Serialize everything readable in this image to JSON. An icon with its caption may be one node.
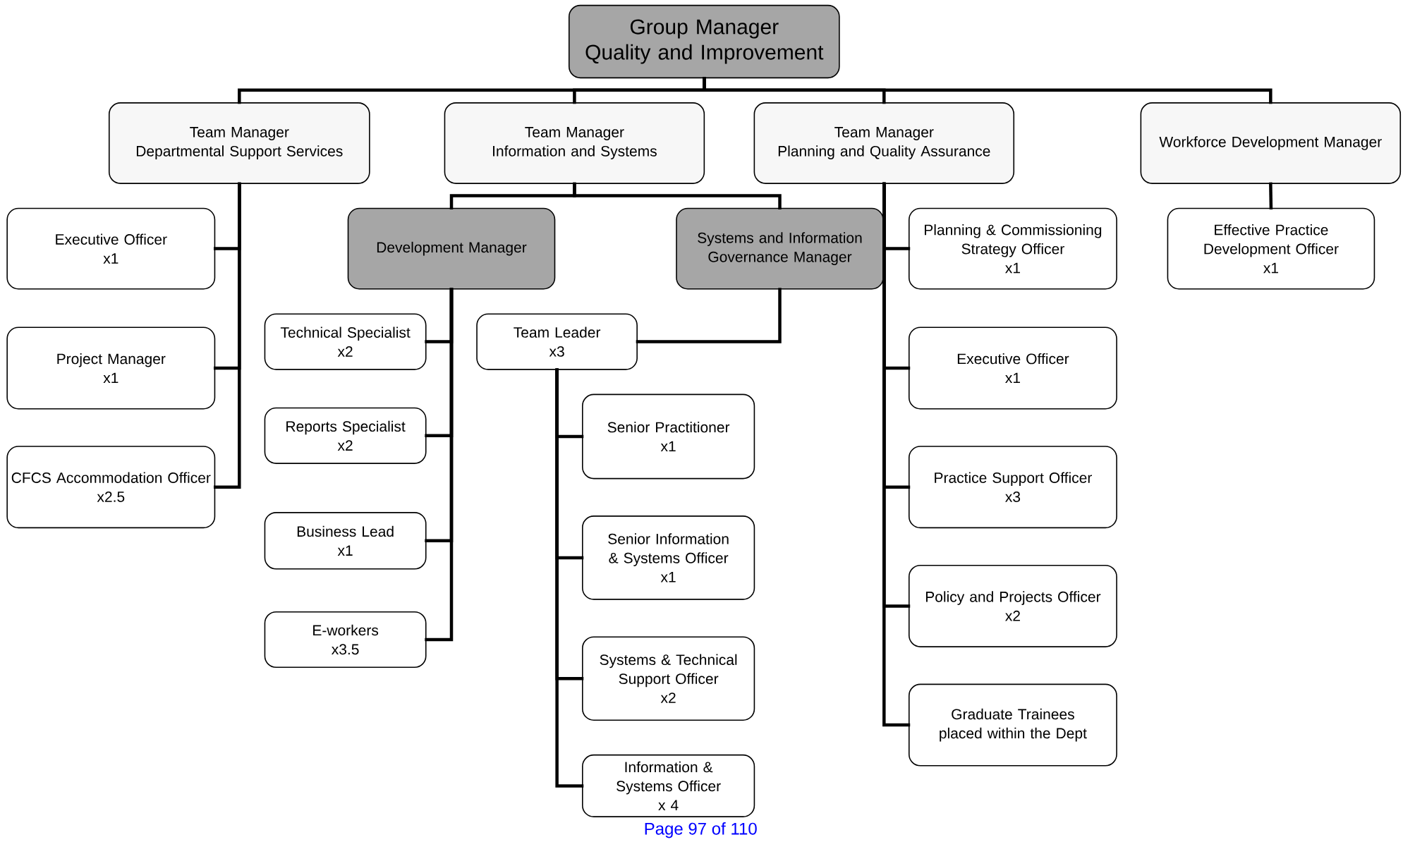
{
  "diagram": {
    "nodes": [
      {
        "text": [
          "Group Manager",
          "Quality and Improvement"
        ]
      },
      {
        "text": [
          "Team Manager",
          "Departmental Support Services"
        ]
      },
      {
        "text": [
          "Team Manager",
          "Information and Systems"
        ]
      },
      {
        "text": [
          "Team Manager",
          "Planning and Quality Assurance"
        ]
      },
      {
        "text": [
          "Workforce Development Manager"
        ]
      },
      {
        "text": [
          "Executive Officer",
          "x1"
        ]
      },
      {
        "text": [
          "Project Manager",
          "x1"
        ]
      },
      {
        "text": [
          "CFCS Accommodation Officer",
          "x2.5"
        ]
      },
      {
        "text": [
          "Development Manager"
        ]
      },
      {
        "text": [
          "Systems and Information Governance Manager"
        ]
      },
      {
        "text": [
          "Technical Specialist",
          "x2"
        ]
      },
      {
        "text": [
          "Reports Specialist",
          "x2"
        ]
      },
      {
        "text": [
          "Business Lead",
          "x1"
        ]
      },
      {
        "text": [
          "E-workers",
          "x3.5"
        ]
      },
      {
        "text": [
          "Team Leader",
          "x3"
        ]
      },
      {
        "text": [
          "Senior Practitioner",
          "x1"
        ]
      },
      {
        "text": [
          "Senior Information & Systems Officer",
          "x1"
        ]
      },
      {
        "text": [
          "Systems & Technical Support Officer",
          "x2"
        ]
      },
      {
        "text": [
          "Information & Systems Officer",
          "x 4"
        ]
      },
      {
        "text": [
          "Planning & Commissioning Strategy Officer",
          "x1"
        ]
      },
      {
        "text": [
          "Executive Officer",
          "x1"
        ]
      },
      {
        "text": [
          "Practice Support Officer",
          "x3"
        ]
      },
      {
        "text": [
          "Policy and Projects Officer",
          "x2"
        ]
      },
      {
        "text": [
          "Graduate Trainees placed within the Dept"
        ]
      },
      {
        "text": [
          "Effective Practice Development Officer",
          "x1"
        ]
      }
    ],
    "edges": [
      {
        "from": 0,
        "to": 1,
        "arrow": "none"
      },
      {
        "from": 0,
        "to": 2,
        "arrow": "none"
      },
      {
        "from": 0,
        "to": 3,
        "arrow": "none"
      },
      {
        "from": 0,
        "to": 4,
        "arrow": "none"
      },
      {
        "from": 1,
        "to": 5,
        "arrow": "none"
      },
      {
        "from": 1,
        "to": 6,
        "arrow": "none"
      },
      {
        "from": 1,
        "to": 7,
        "arrow": "none"
      },
      {
        "from": 2,
        "to": 8,
        "arrow": "none"
      },
      {
        "from": 2,
        "to": 9,
        "arrow": "none"
      },
      {
        "from": 8,
        "to": 10,
        "arrow": "none"
      },
      {
        "from": 8,
        "to": 11,
        "arrow": "none"
      },
      {
        "from": 8,
        "to": 12,
        "arrow": "none"
      },
      {
        "from": 8,
        "to": 13,
        "arrow": "none"
      },
      {
        "from": 9,
        "to": 14,
        "arrow": "none"
      },
      {
        "from": 14,
        "to": 15,
        "arrow": "none"
      },
      {
        "from": 14,
        "to": 16,
        "arrow": "none"
      },
      {
        "from": 14,
        "to": 17,
        "arrow": "none"
      },
      {
        "from": 14,
        "to": 18,
        "arrow": "none"
      },
      {
        "from": 3,
        "to": 19,
        "arrow": "none"
      },
      {
        "from": 3,
        "to": 20,
        "arrow": "none"
      },
      {
        "from": 3,
        "to": 21,
        "arrow": "none"
      },
      {
        "from": 3,
        "to": 22,
        "arrow": "none"
      },
      {
        "from": 3,
        "to": 23,
        "arrow": "none"
      },
      {
        "from": 4,
        "to": 24,
        "arrow": "none"
      }
    ],
    "labels": [
      "Page 97 of 110"
    ]
  }
}
